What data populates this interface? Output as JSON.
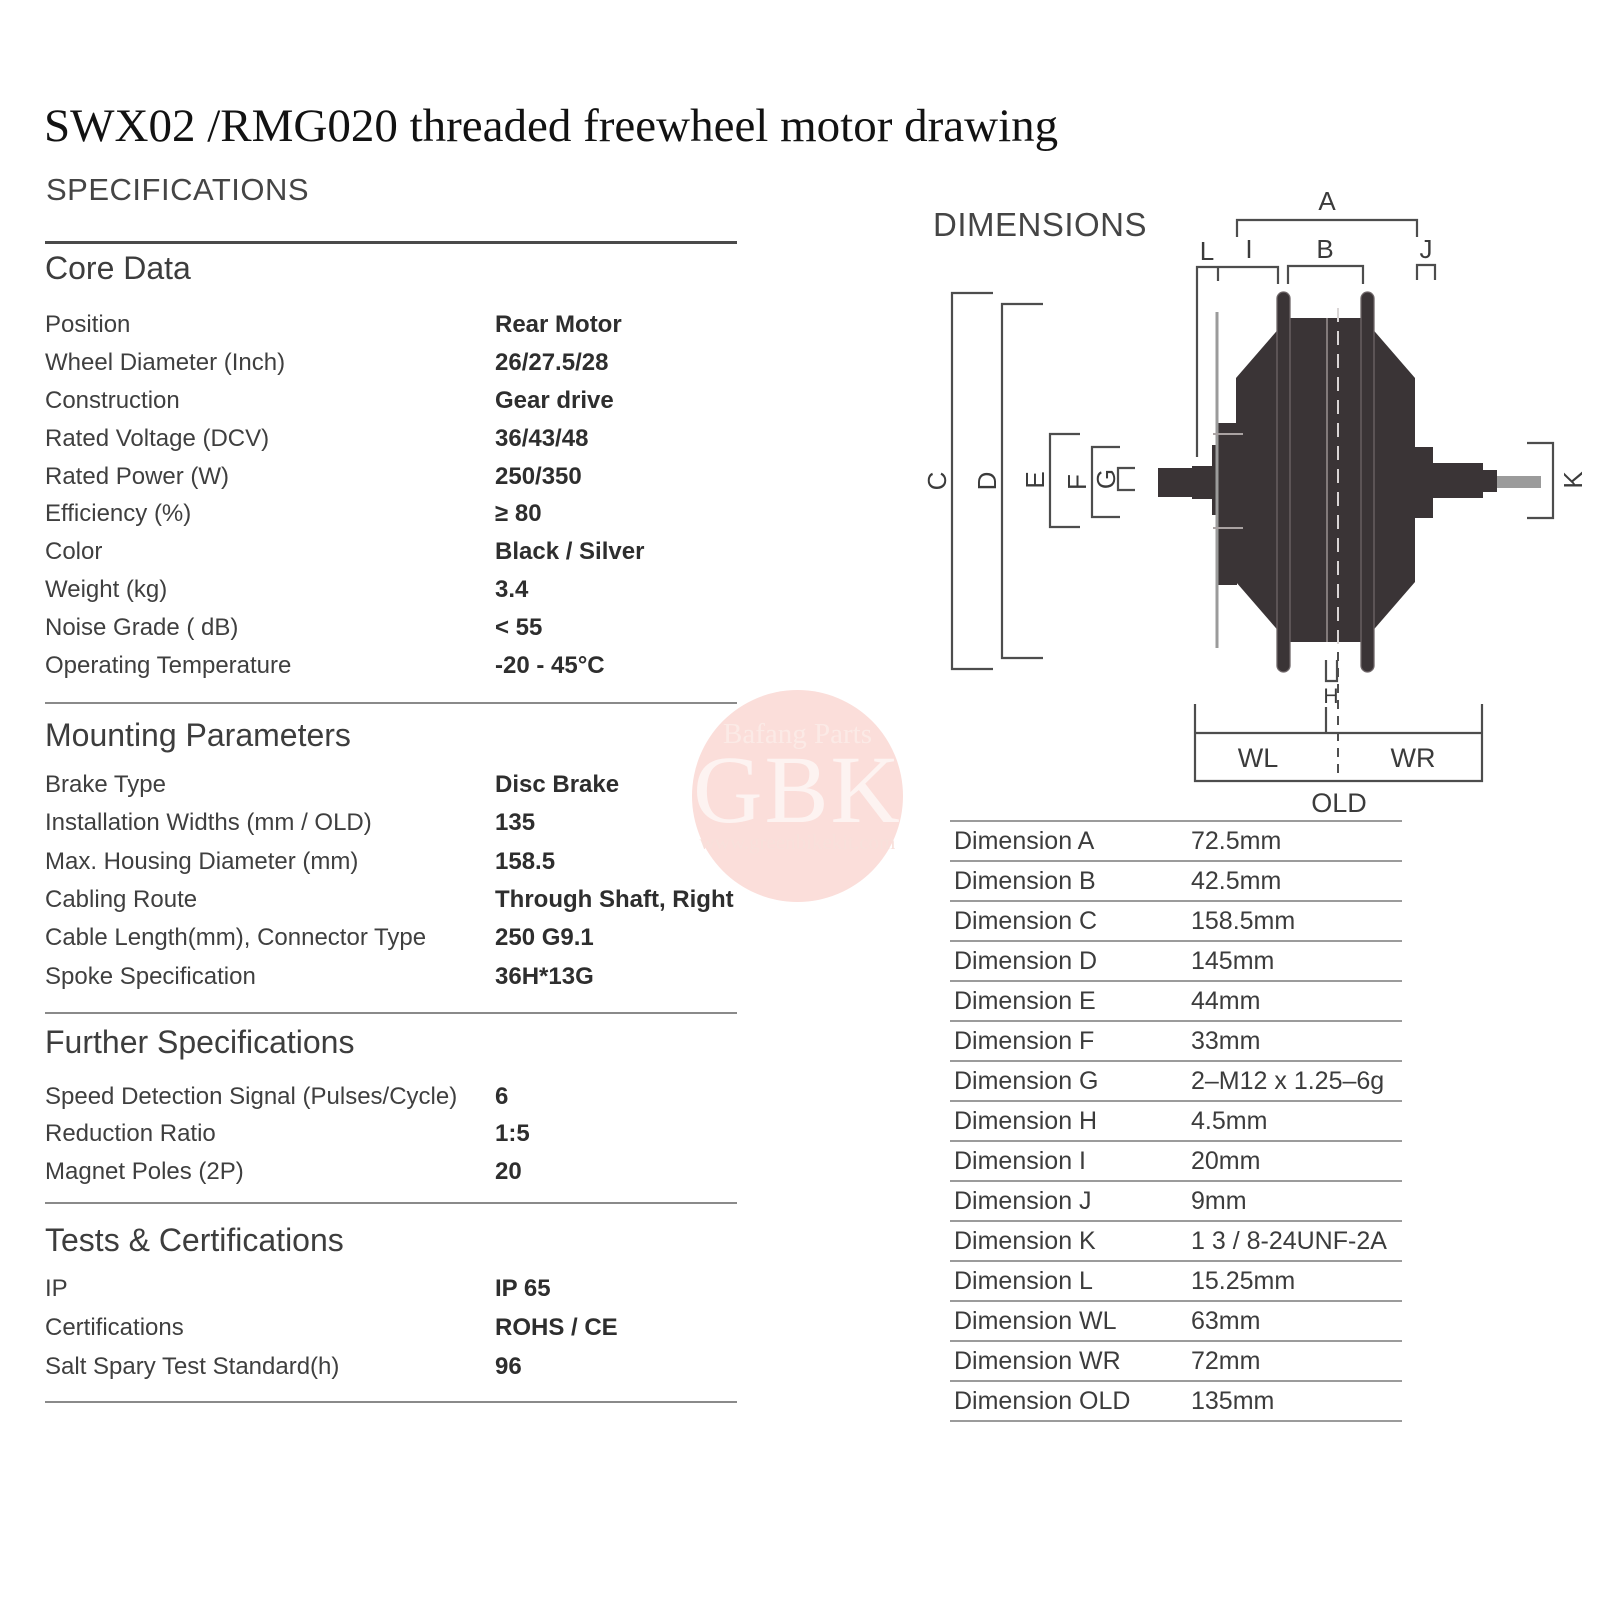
{
  "title": "SWX02 /RMG020 threaded freewheel motor drawing",
  "specifications": {
    "heading": "SPECIFICATIONS",
    "sections": [
      {
        "heading": "Core Data",
        "rows": [
          {
            "label": "Position",
            "value": "Rear Motor"
          },
          {
            "label": "Wheel Diameter (Inch)",
            "value": "26/27.5/28"
          },
          {
            "label": "Construction",
            "value": "Gear drive"
          },
          {
            "label": "Rated Voltage (DCV)",
            "value": "36/43/48"
          },
          {
            "label": "Rated Power (W)",
            "value": "250/350"
          },
          {
            "label": "Efficiency (%)",
            "value": "≥ 80"
          },
          {
            "label": "Color",
            "value": "Black / Silver"
          },
          {
            "label": "Weight (kg)",
            "value": "3.4"
          },
          {
            "label": "Noise Grade ( dB)",
            "value": "< 55"
          },
          {
            "label": "Operating Temperature",
            "value": "-20 - 45°C"
          }
        ]
      },
      {
        "heading": "Mounting Parameters",
        "rows": [
          {
            "label": "Brake Type",
            "value": "Disc Brake"
          },
          {
            "label": "Installation Widths (mm / OLD)",
            "value": "135"
          },
          {
            "label": "Max. Housing Diameter (mm)",
            "value": "158.5"
          },
          {
            "label": "Cabling Route",
            "value": "Through Shaft, Right"
          },
          {
            "label": "Cable Length(mm), Connector Type",
            "value": "250 G9.1"
          },
          {
            "label": "Spoke Specification",
            "value": "36H*13G"
          }
        ]
      },
      {
        "heading": "Further Specifications",
        "rows": [
          {
            "label": "Speed Detection Signal (Pulses/Cycle)",
            "value": "6"
          },
          {
            "label": "Reduction Ratio",
            "value": "1:5"
          },
          {
            "label": "Magnet Poles (2P)",
            "value": "20"
          }
        ]
      },
      {
        "heading": "Tests & Certifications",
        "rows": [
          {
            "label": "IP",
            "value": "IP 65"
          },
          {
            "label": "Certifications",
            "value": "ROHS / CE"
          },
          {
            "label": "Salt Spary Test Standard(h)",
            "value": "96"
          }
        ]
      }
    ]
  },
  "dimensions": {
    "heading": "DIMENSIONS",
    "table": [
      {
        "label": "Dimension A",
        "value": "72.5mm"
      },
      {
        "label": "Dimension B",
        "value": "42.5mm"
      },
      {
        "label": "Dimension C",
        "value": "158.5mm"
      },
      {
        "label": "Dimension D",
        "value": "145mm"
      },
      {
        "label": "Dimension E",
        "value": "44mm"
      },
      {
        "label": "Dimension F",
        "value": "33mm"
      },
      {
        "label": "Dimension G",
        "value": "2–M12 x 1.25–6g"
      },
      {
        "label": "Dimension H",
        "value": "4.5mm"
      },
      {
        "label": "Dimension I",
        "value": "20mm"
      },
      {
        "label": "Dimension J",
        "value": "9mm"
      },
      {
        "label": "Dimension K",
        "value": "1 3 / 8-24UNF-2A"
      },
      {
        "label": "Dimension L",
        "value": "15.25mm"
      },
      {
        "label": "Dimension WL",
        "value": "63mm"
      },
      {
        "label": "Dimension WR",
        "value": "72mm"
      },
      {
        "label": "Dimension OLD",
        "value": "135mm"
      }
    ]
  },
  "drawing": {
    "labels": {
      "A": "A",
      "B": "B",
      "C": "C",
      "D": "D",
      "E": "E",
      "F": "F",
      "G": "G",
      "H": "H",
      "I": "I",
      "J": "J",
      "K": "K",
      "L": "L",
      "WL": "WL",
      "WR": "WR",
      "OLD": "OLD"
    }
  },
  "watermark": {
    "line1": "Bafang Parts",
    "line2": "GBK",
    "line3": "www.greenbikekit.com"
  },
  "colors": {
    "watermark_pink": "#fbdeda",
    "drawing_dark": "#3a3436",
    "thread_gray": "#9b9b9b"
  }
}
